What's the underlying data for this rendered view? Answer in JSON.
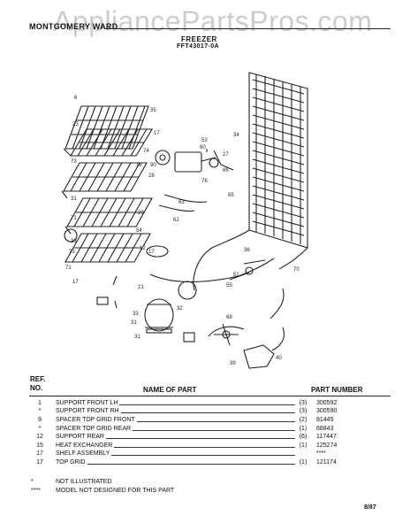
{
  "header": {
    "brand": "MONTGOMERY WARD",
    "title": "FREEZER",
    "model": "FFT43017-0A",
    "watermark": "AppliancePartsPros.com"
  },
  "diagram": {
    "callouts": [
      "6",
      "35",
      "23",
      "17",
      "73",
      "53",
      "60",
      "74",
      "27",
      "34",
      "90",
      "66",
      "28",
      "76",
      "18",
      "65",
      "63",
      "31",
      "20",
      "71",
      "70",
      "62",
      "54",
      "23",
      "36",
      "51",
      "55",
      "17",
      "12",
      "73",
      "71",
      "21",
      "33",
      "31",
      "17",
      "32",
      "31",
      "68",
      "40",
      "39"
    ]
  },
  "table": {
    "ref_label_1": "REF.",
    "ref_label_2": "NO.",
    "name_header": "NAME OF PART",
    "part_header": "PART NUMBER",
    "rows": [
      {
        "ref": "1",
        "name": "SUPPORT FRONT LH",
        "qty": "(3)",
        "part": "300592"
      },
      {
        "ref": "*",
        "name": "SUPPORT FRONT RH",
        "qty": "(3)",
        "part": "300590"
      },
      {
        "ref": "9",
        "name": "SPACER TOP GRID FRONT",
        "qty": "(2)",
        "part": "81445"
      },
      {
        "ref": "*",
        "name": "SPACER TOP GRID REAR",
        "qty": "(1)",
        "part": "68843"
      },
      {
        "ref": "12",
        "name": "SUPPORT REAR",
        "qty": "(6)",
        "part": "117447"
      },
      {
        "ref": "15",
        "name": "HEAT EXCHANGER",
        "qty": "(1)",
        "part": "125274"
      },
      {
        "ref": "17",
        "name": "SHELF ASSEMBLY",
        "qty": "",
        "part": "****"
      },
      {
        "ref": "17",
        "name": "TOP GRID",
        "qty": "(1)",
        "part": "121174"
      }
    ]
  },
  "footnotes": [
    {
      "mark": "*",
      "text": "NOT ILLUSTRATED"
    },
    {
      "mark": "****",
      "text": "MODEL NOT DESIGNED FOR THIS PART"
    }
  ],
  "date": "8/87"
}
